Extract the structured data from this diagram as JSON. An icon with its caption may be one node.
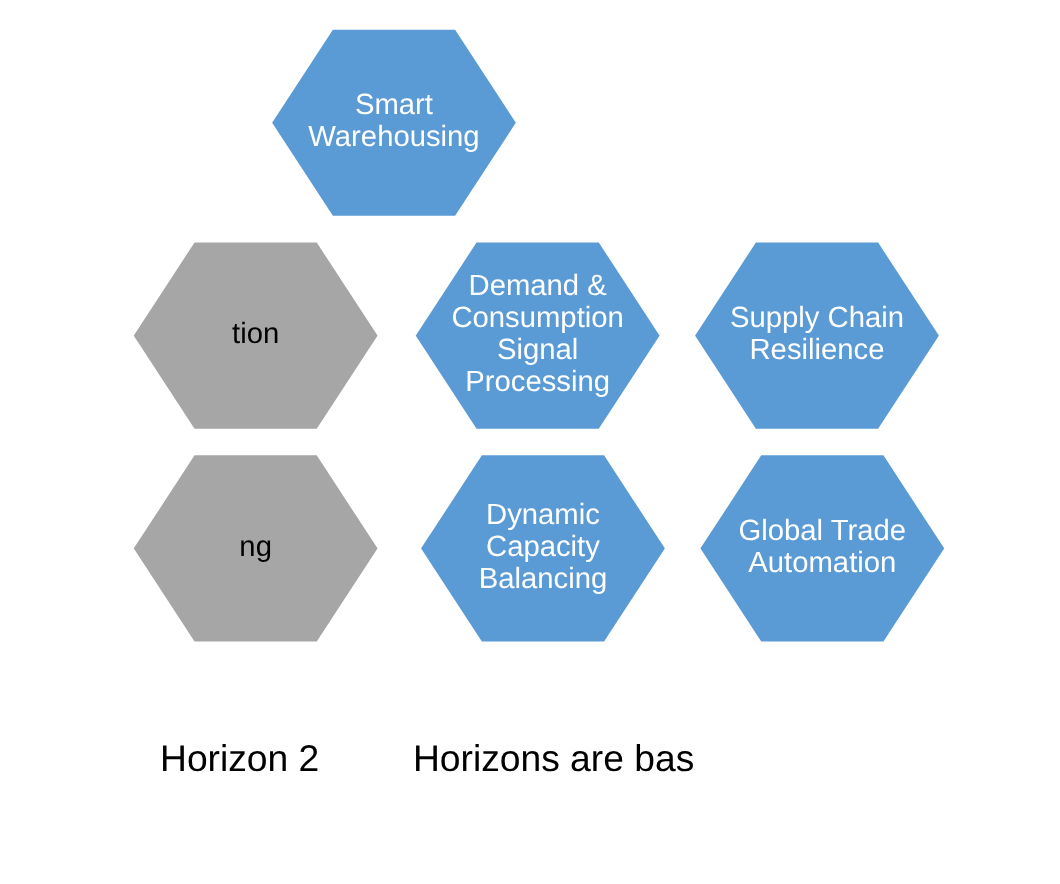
{
  "diagram": {
    "nodes": [
      {
        "text": [
          "tion"
        ]
      },
      {
        "text": [
          "ng"
        ]
      },
      {
        "text": [
          "Smart Warehousing"
        ]
      },
      {
        "text": [
          "Supply Chain Resilience"
        ]
      },
      {
        "text": [
          "Demand & Consumption Signal Processing"
        ]
      },
      {
        "text": [
          "Global Trade Automation"
        ]
      },
      {
        "text": [
          "Dynamic Capacity Balancing"
        ]
      }
    ],
    "edges": [],
    "labels": [
      "Horizon 2",
      "Horizons are bas"
    ]
  }
}
